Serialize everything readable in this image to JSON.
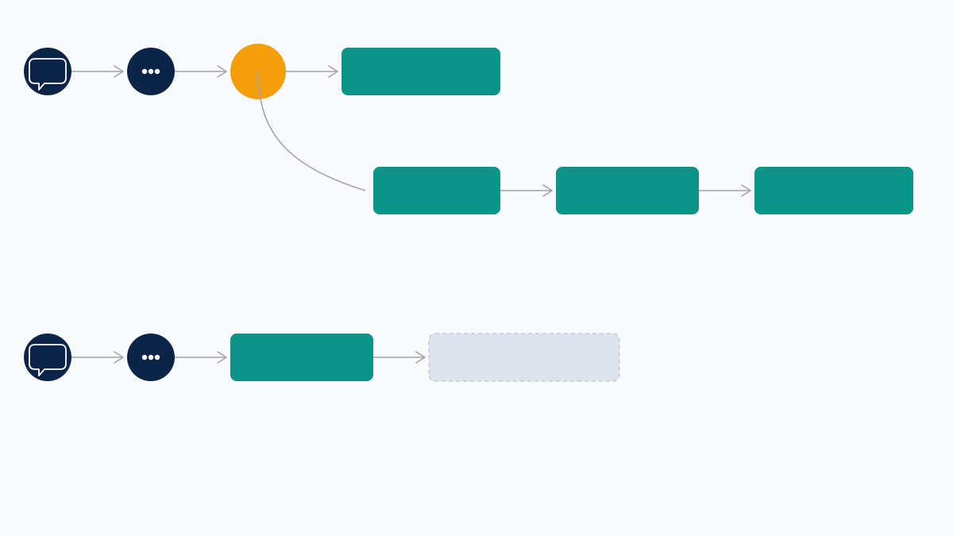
{
  "colors": {
    "background": "#f8fafc",
    "node_dark": "#0b2447",
    "decision": "#f59e0b",
    "step": "#0d9488",
    "placeholder_fill": "#dde3ea",
    "placeholder_stroke": "#c3ccd8",
    "connector": "#a3a3ab",
    "icon_stroke": "#ffffff"
  },
  "flows": [
    {
      "name": "flow-1",
      "nodes": [
        {
          "id": "f1-start",
          "kind": "message-icon"
        },
        {
          "id": "f1-typing",
          "kind": "typing-icon"
        },
        {
          "id": "f1-decision",
          "kind": "decision"
        },
        {
          "id": "f1-step-1",
          "kind": "step"
        },
        {
          "id": "f1-branch-step-1",
          "kind": "step"
        },
        {
          "id": "f1-branch-step-2",
          "kind": "step"
        },
        {
          "id": "f1-branch-step-3",
          "kind": "step"
        }
      ],
      "edges": [
        {
          "from": "f1-start",
          "to": "f1-typing",
          "style": "arrow"
        },
        {
          "from": "f1-typing",
          "to": "f1-decision",
          "style": "arrow"
        },
        {
          "from": "f1-decision",
          "to": "f1-step-1",
          "style": "arrow"
        },
        {
          "from": "f1-decision",
          "to": "f1-branch-step-1",
          "style": "curve"
        },
        {
          "from": "f1-branch-step-1",
          "to": "f1-branch-step-2",
          "style": "arrow"
        },
        {
          "from": "f1-branch-step-2",
          "to": "f1-branch-step-3",
          "style": "arrow"
        }
      ]
    },
    {
      "name": "flow-2",
      "nodes": [
        {
          "id": "f2-start",
          "kind": "message-icon"
        },
        {
          "id": "f2-typing",
          "kind": "typing-icon"
        },
        {
          "id": "f2-step-1",
          "kind": "step"
        },
        {
          "id": "f2-placeholder",
          "kind": "placeholder"
        }
      ],
      "edges": [
        {
          "from": "f2-start",
          "to": "f2-typing",
          "style": "arrow"
        },
        {
          "from": "f2-typing",
          "to": "f2-step-1",
          "style": "arrow"
        },
        {
          "from": "f2-step-1",
          "to": "f2-placeholder",
          "style": "arrow"
        }
      ]
    }
  ]
}
